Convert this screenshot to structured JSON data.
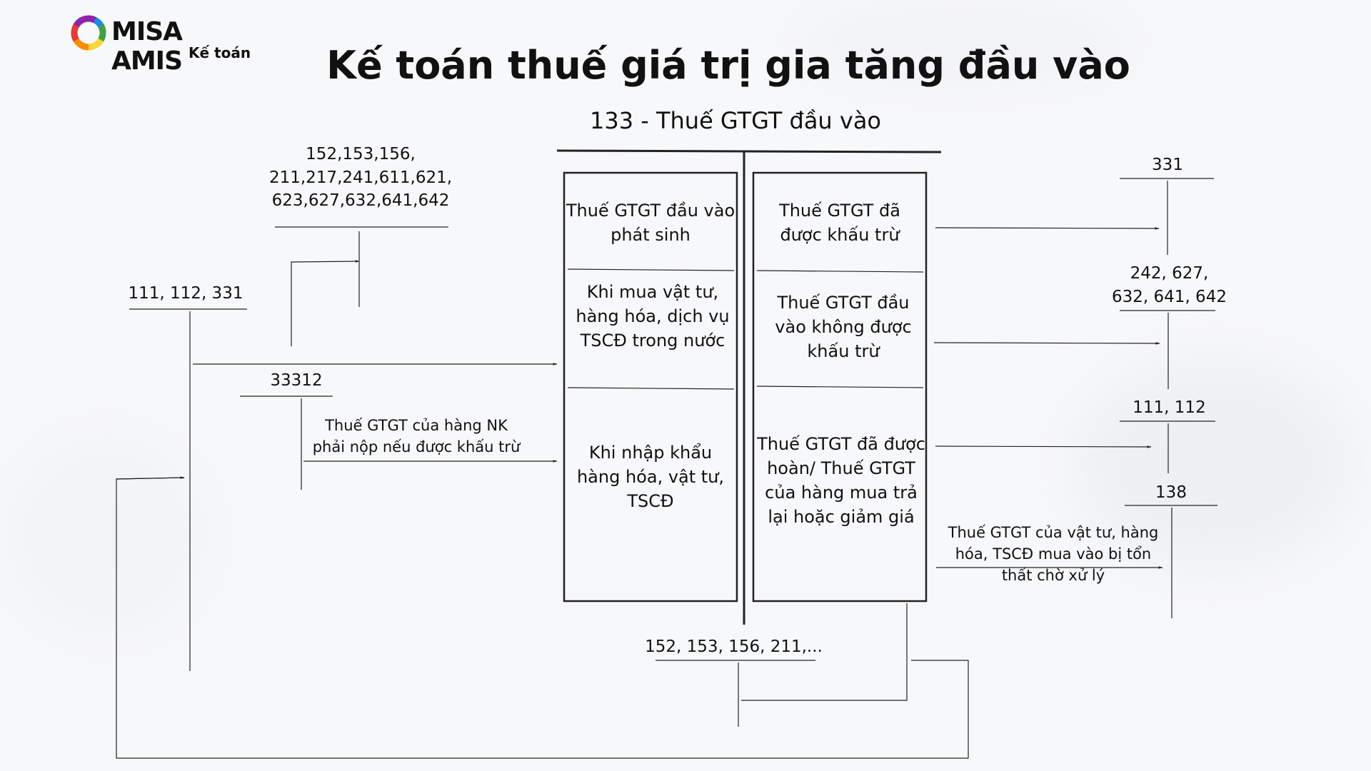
{
  "logo": {
    "brand": "MISA AMIS",
    "sub": "Kế toán",
    "colors": [
      "#e53935",
      "#fb8c00",
      "#fdd835",
      "#43a047",
      "#1e88e5",
      "#8e24aa"
    ]
  },
  "title": "Kế toán thuế giá trị gia tăng đầu vào",
  "account": "133 - Thuế GTGT đầu vào",
  "debit_side": {
    "header": "Thuế GTGT đầu vào\nphát sinh",
    "row1": "Khi mua vật tư,\nhàng hóa, dịch vụ\nTSCĐ trong nước",
    "row2": "Khi nhập khẩu\nhàng hóa, vật tư,\nTSCĐ"
  },
  "credit_side": {
    "header": "Thuế GTGT đã\nđược khấu trừ",
    "row1": "Thuế GTGT đầu\nvào không được\nkhấu trừ",
    "row2": "Thuế GTGT đã được\nhoàn/ Thuế GTGT\ncủa hàng mua trả\nlại hoặc giảm giá"
  },
  "left_accounts": {
    "acc_152": "152,153,156,\n211,217,241,611,621,\n623,627,632,641,642",
    "acc_111": "111, 112, 331",
    "acc_33312": "33312",
    "import_note": "Thuế GTGT của hàng NK\nphải nộp nếu được khấu trừ"
  },
  "right_accounts": {
    "acc_331": "331",
    "acc_242": "242, 627,\n632, 641, 642",
    "acc_111": "111, 112",
    "acc_138": "138",
    "loss_note": "Thuế GTGT của vật tư, hàng\nhóa, TSCĐ mua vào bị tổn\nthất chờ xử lý"
  },
  "bottom_account": "152, 153, 156, 211,...",
  "colors": {
    "line": "#222222",
    "text": "#111111",
    "background": "#f7f8fa"
  }
}
